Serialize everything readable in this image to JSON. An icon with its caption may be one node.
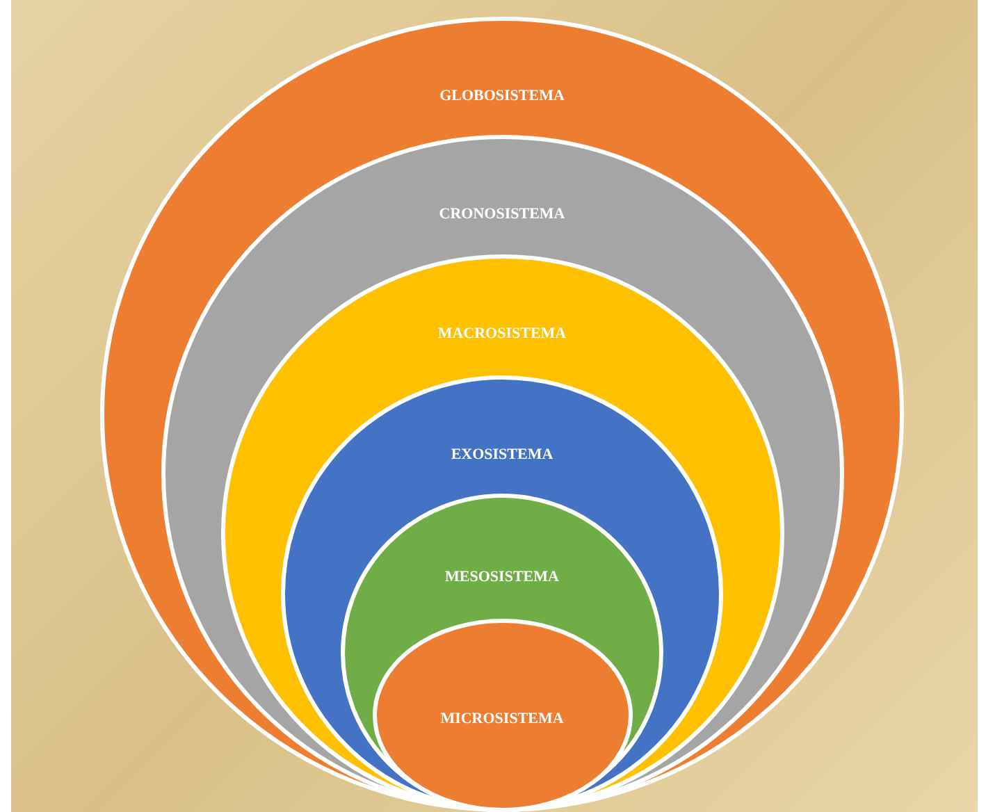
{
  "diagram": {
    "nodes": [
      {
        "text": [
          "GLOBOSISTEMA"
        ]
      },
      {
        "text": [
          "CRONOSISTEMA"
        ],
        "in": 0
      },
      {
        "text": [
          "MACROSISTEMA"
        ],
        "in": 1
      },
      {
        "text": [
          "EXOSISTEMA"
        ],
        "in": 2
      },
      {
        "text": [
          "MESOSISTEMA"
        ],
        "in": 3
      },
      {
        "text": [
          "MICROSISTEMA"
        ],
        "in": 4
      }
    ]
  }
}
